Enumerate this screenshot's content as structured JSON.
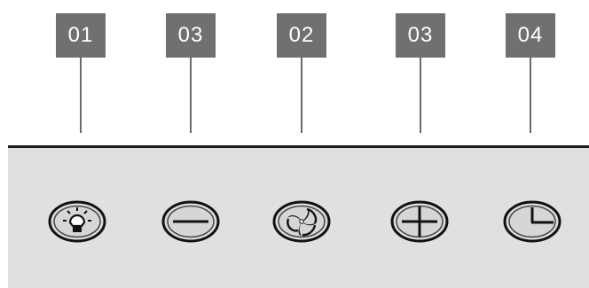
{
  "callouts": [
    {
      "label": "01"
    },
    {
      "label": "03"
    },
    {
      "label": "02"
    },
    {
      "label": "03"
    },
    {
      "label": "04"
    }
  ],
  "controls": [
    {
      "icon": "light-icon"
    },
    {
      "icon": "minus-icon"
    },
    {
      "icon": "fan-icon"
    },
    {
      "icon": "plus-icon"
    },
    {
      "icon": "timer-icon"
    }
  ],
  "colors": {
    "callout_bg": "#707070",
    "callout_text": "#ffffff",
    "panel_bg": "#e0e0e0",
    "button_face": "#dcdcdc",
    "outline": "#111111"
  }
}
